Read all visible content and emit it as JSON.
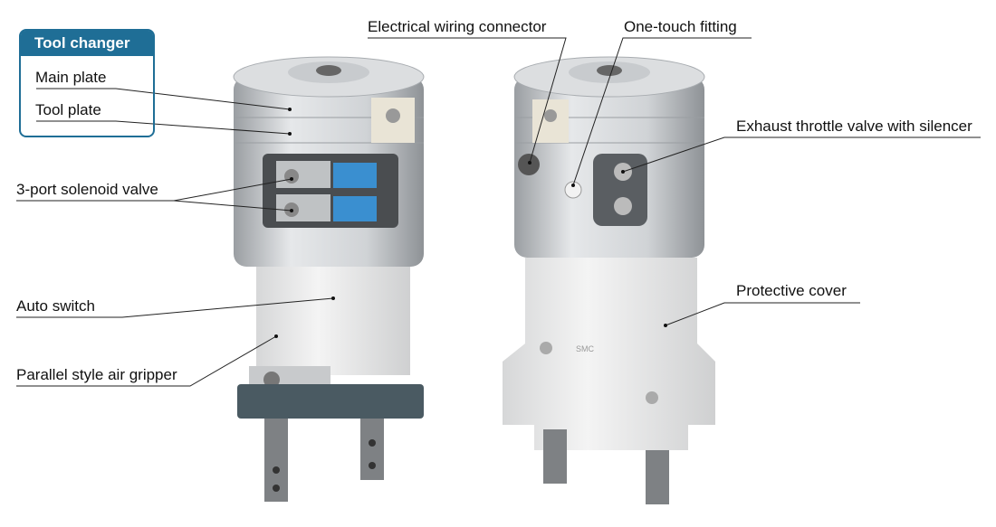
{
  "tool_changer": {
    "title": "Tool changer",
    "items": [
      "Main plate",
      "Tool plate"
    ]
  },
  "labels": {
    "solenoid_valve": "3-port solenoid valve",
    "auto_switch": "Auto switch",
    "air_gripper": "Parallel style air gripper",
    "wiring_connector": "Electrical wiring connector",
    "one_touch_fitting": "One-touch fitting",
    "exhaust_valve": "Exhaust throttle valve with silencer",
    "protective_cover": "Protective cover"
  },
  "brand_logo": "SMC",
  "colors": {
    "accent": "#1f6e96",
    "valve_blue": "#3a8fd0",
    "gripper_dark": "#4a5a62"
  }
}
